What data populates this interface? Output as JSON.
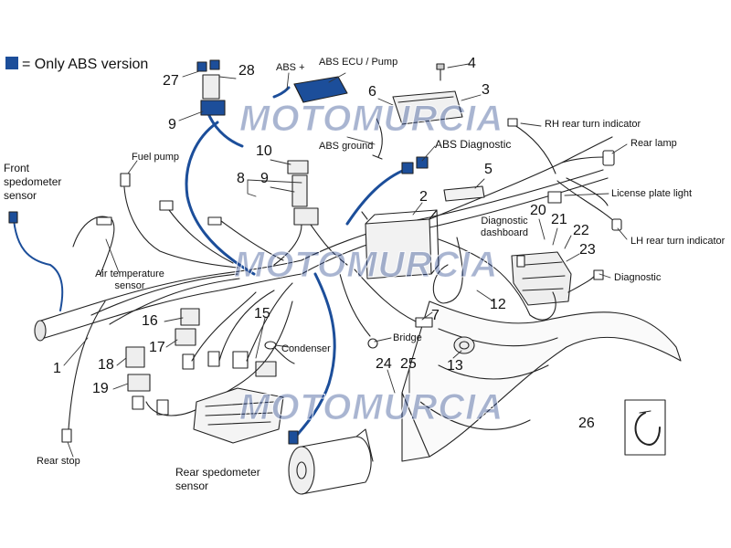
{
  "legend": {
    "text": "= Only ABS version",
    "swatch_color": "#1c4e9a"
  },
  "watermark": "MOTOMURCIA",
  "colors": {
    "abs_cable": "#1c4e9a",
    "line": "#222222",
    "part_fill": "#e6e6e6"
  },
  "labels": {
    "abs_plus": "ABS +",
    "abs_ecu_pump": "ABS ECU / Pump",
    "abs_ground": "ABS ground",
    "abs_diagnostic": "ABS Diagnostic",
    "rh_rear_turn": "RH rear turn indicator",
    "rear_lamp": "Rear lamp",
    "license_plate_light": "License plate light",
    "lh_rear_turn": "LH rear turn indicator",
    "diagnostic_dashboard": "Diagnostic dashboard",
    "diagnostic": "Diagnostic",
    "front_speedometer_sensor": "Front spedometer sensor",
    "fuel_pump": "Fuel pump",
    "air_temperature_sensor": "Air temperature sensor",
    "condenser": "Condenser",
    "bridge": "Bridge",
    "rear_stop": "Rear stop",
    "rear_speedometer_sensor": "Rear spedometer sensor"
  },
  "numbers": {
    "n1": "1",
    "n2": "2",
    "n3": "3",
    "n4": "4",
    "n5": "5",
    "n6": "6",
    "n7": "7",
    "n8": "8",
    "n9a": "9",
    "n9b": "9",
    "n10": "10",
    "n12": "12",
    "n13": "13",
    "n15": "15",
    "n16": "16",
    "n17": "17",
    "n18": "18",
    "n19": "19",
    "n20": "20",
    "n21": "21",
    "n22": "22",
    "n23": "23",
    "n24": "24",
    "n25": "25",
    "n26": "26",
    "n27": "27",
    "n28": "28"
  }
}
